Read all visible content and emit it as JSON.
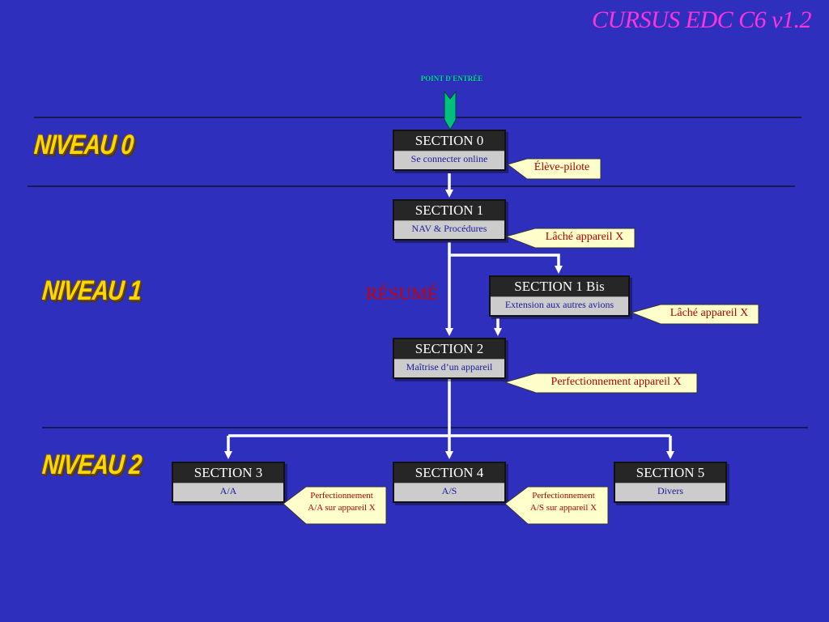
{
  "title": "CURSUS EDC C6 v1.2",
  "entry_label": "POINT D'ENTRÉE",
  "levels": [
    {
      "label": "NIVEAU 0"
    },
    {
      "label": "NIVEAU 1"
    },
    {
      "label": "NIVEAU 2"
    }
  ],
  "resume_label": "RÉSUMÉ",
  "sections": {
    "s0": {
      "title": "SECTION  0",
      "subtitle": "Se connecter online"
    },
    "s1": {
      "title": "SECTION  1",
      "subtitle": "NAV & Procédures"
    },
    "s1bis": {
      "title": "SECTION  1 Bis",
      "subtitle": "Extension aux autres avions"
    },
    "s2": {
      "title": "SECTION  2",
      "subtitle": "Maîtrise d’un appareil"
    },
    "s3": {
      "title": "SECTION  3",
      "subtitle": "A/A"
    },
    "s4": {
      "title": "SECTION  4",
      "subtitle": "A/S"
    },
    "s5": {
      "title": "SECTION  5",
      "subtitle": "Divers"
    }
  },
  "callouts": {
    "c0": "Élève-pilote",
    "c1": "Lâché appareil X",
    "c1bis": "Lâché appareil X",
    "c2": "Perfectionnement appareil X",
    "c3_line1": "Perfectionnement",
    "c3_line2": "A/A sur appareil X",
    "c4_line1": "Perfectionnement",
    "c4_line2": "A/S sur appareil X"
  },
  "colors": {
    "background": "#2f2fbd",
    "title": "#ff33dd",
    "niveau": "#ffd700",
    "callout_fill": "#ffffcc",
    "callout_text": "#b00000",
    "section_header": "#262626",
    "section_body": "#cccccc",
    "entry_arrow": "#00c080",
    "resume": "#cc0000"
  }
}
